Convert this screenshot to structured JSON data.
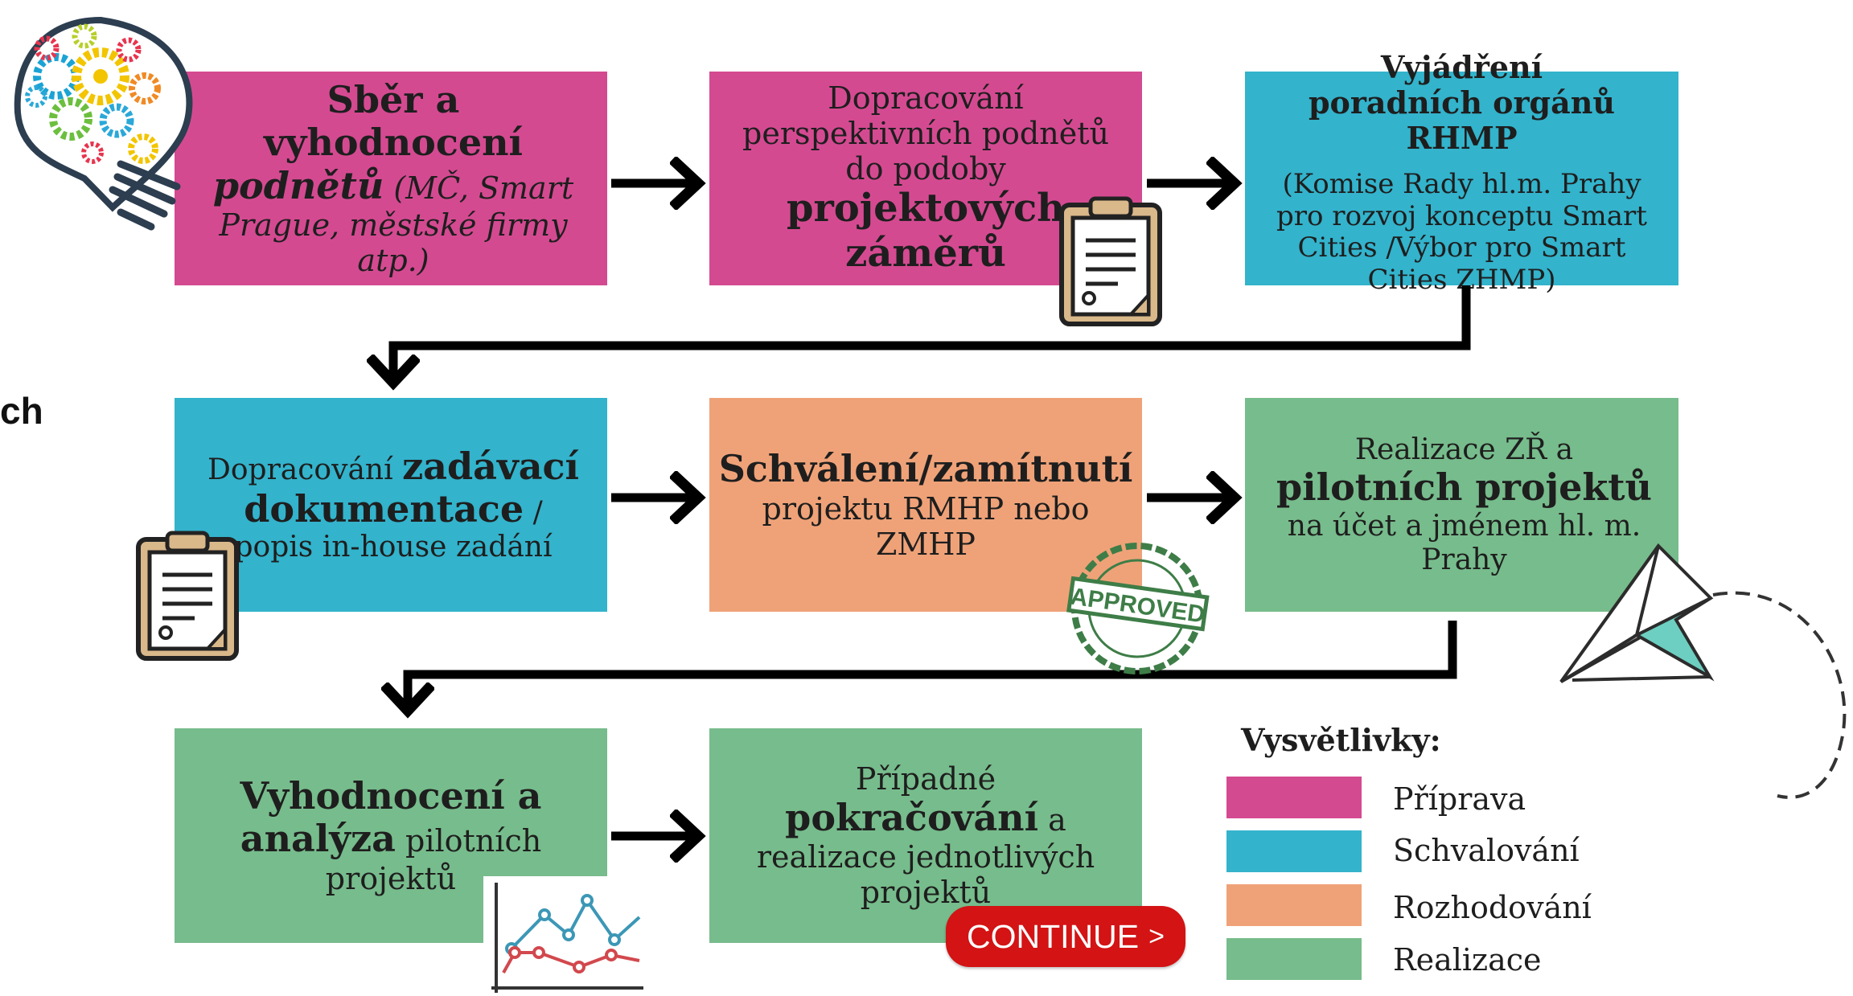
{
  "flow": {
    "box1": {
      "bold": "Sběr a vyhodnocení",
      "bold_italic": "podnětů",
      "italic": "(MČ, Smart Prague, městské firmy atp.)"
    },
    "box2": {
      "normal": "Dopracování perspektivních podnětů do podoby",
      "bold": "projektových záměrů"
    },
    "box3": {
      "bold": "Vyjádření poradních orgánů RHMP",
      "normal": "(Komise Rady hl.m. Prahy pro rozvoj konceptu Smart Cities /Výbor pro Smart Cities ZHMP)"
    },
    "box4": {
      "normal_a": "Dopracování",
      "bold": "zadávací dokumentace",
      "normal_b": "/ popis in-house zadání"
    },
    "box5": {
      "bold": "Schválení/zamítnutí",
      "normal": "projektu RMHP nebo ZMHP"
    },
    "box6": {
      "normal_a": "Realizace ZŘ a",
      "bold": "pilotních projektů",
      "normal_b": "na účet a jménem hl. m. Prahy"
    },
    "box7": {
      "bold_a": "Vyhodnocení a",
      "bold_b": "analýza",
      "normal": "pilotních projektů"
    },
    "box8": {
      "normal_a": "Případné",
      "bold": "pokračování",
      "normal_b": "a realizace jednotlivých projektů"
    }
  },
  "stray_text": "ch",
  "stamp_text": "APPROVED",
  "continue_button": {
    "label": "CONTINUE",
    "chevron": ">"
  },
  "legend": {
    "title": "Vysvětlivky:",
    "items": [
      {
        "label": "Příprava",
        "color": "#d44a91"
      },
      {
        "label": "Schvalování",
        "color": "#33b3cc"
      },
      {
        "label": "Rozhodování",
        "color": "#efa278"
      },
      {
        "label": "Realizace",
        "color": "#77bc8c"
      }
    ]
  },
  "colors": {
    "pink": "#d44a91",
    "blue": "#33b3cc",
    "orange": "#efa278",
    "green": "#77bc8c",
    "arrow": "#000000",
    "button": "#d31314"
  },
  "icons": [
    "lightbulb-gears-icon",
    "clipboard-icon",
    "approved-stamp-icon",
    "paper-plane-icon",
    "line-chart-icon"
  ]
}
